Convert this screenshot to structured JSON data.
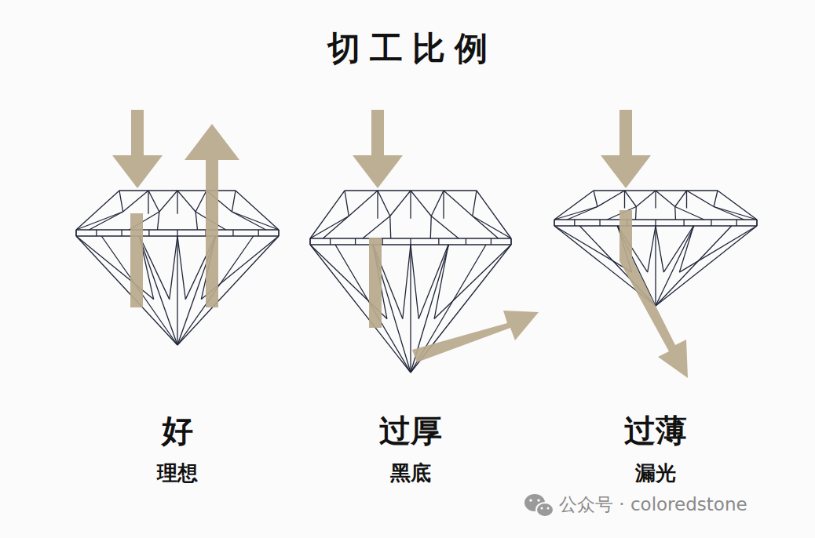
{
  "diagram": {
    "title": "切工比例",
    "labels": [
      "好",
      "理想",
      "过厚",
      "黑底",
      "过薄",
      "漏光",
      "公众号 · coloredstone"
    ]
  }
}
